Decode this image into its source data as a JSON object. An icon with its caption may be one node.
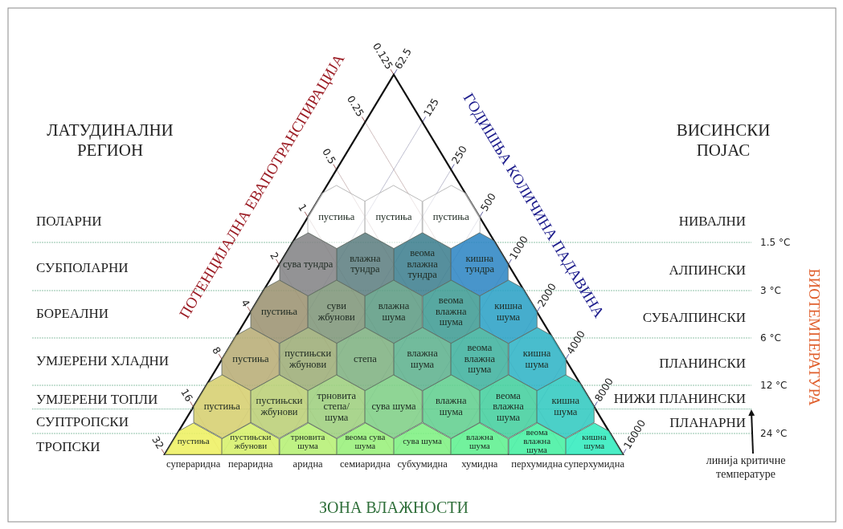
{
  "diagram": {
    "nodes": [
      {
        "text": [
          "пустиња"
        ]
      },
      {
        "text": [
          "пустиња"
        ]
      },
      {
        "text": [
          "пустиња"
        ]
      },
      {
        "text": [
          "сува тундра"
        ]
      },
      {
        "text": [
          "влажна тундра"
        ]
      },
      {
        "text": [
          "веома влажна тундра"
        ]
      },
      {
        "text": [
          "кишна тундра"
        ]
      },
      {
        "text": [
          "пустиња"
        ]
      },
      {
        "text": [
          "суви жбунови"
        ]
      },
      {
        "text": [
          "влажна шума"
        ]
      },
      {
        "text": [
          "веома влажна шума"
        ]
      },
      {
        "text": [
          "кишна шума"
        ]
      },
      {
        "text": [
          "пустиња"
        ]
      },
      {
        "text": [
          "пустињски жбунови"
        ]
      },
      {
        "text": [
          "степа"
        ]
      },
      {
        "text": [
          "влажна шума"
        ]
      },
      {
        "text": [
          "веома влажна шума"
        ]
      },
      {
        "text": [
          "кишна шума"
        ]
      },
      {
        "text": [
          "пустиња"
        ]
      },
      {
        "text": [
          "пустињски жбунови"
        ]
      },
      {
        "text": [
          "трновита степа/ шума"
        ]
      },
      {
        "text": [
          "сува шума"
        ]
      },
      {
        "text": [
          "влажна шума"
        ]
      },
      {
        "text": [
          "веома влажна шума"
        ]
      },
      {
        "text": [
          "кишна шума"
        ]
      },
      {
        "text": [
          "пустиња"
        ]
      },
      {
        "text": [
          "пустињски жбунови"
        ]
      },
      {
        "text": [
          "трновита шума"
        ]
      },
      {
        "text": [
          "веома сува шума"
        ]
      },
      {
        "text": [
          "сува шума"
        ]
      },
      {
        "text": [
          "влажна шума"
        ]
      },
      {
        "text": [
          "веома влажна шума"
        ]
      },
      {
        "text": [
          "кишна шума"
        ]
      },
      {
        "text": [
          "линија критичне температуре"
        ]
      },
      {
        "text": [],
        "shape": "line"
      }
    ],
    "edges": [
      {
        "from": 33,
        "to": 34,
        "arrow": "to"
      }
    ],
    "labels": [
      "ЛАТУДИНАЛНИ РЕГИОН",
      "ПОТЕНЦИЈАЛНА ЕВАПОТРАНСПИРАЦИЈА",
      "ГОДИШЊА КОЛИЧИНА ПАДАВИНА",
      "ВИСИНСКИ ПОЈАС",
      "БИОТЕМПЕРАТУРА",
      "0.125",
      "0.25",
      "0.5",
      "1",
      "2",
      "4",
      "8",
      "16",
      "32",
      "62.5",
      "125",
      "250",
      "500",
      "1000",
      "2000",
      "4000",
      "8000",
      "16000",
      "ПОЛАРНИ",
      "СУБПОЛАРНИ",
      "БОРЕАЛНИ",
      "УМЈЕРЕНИ ХЛАДНИ",
      "УМЈЕРЕНИ ТОПЛИ",
      "СУПТРОПСКИ",
      "ТРОПСКИ",
      "НИВАЛНИ",
      "АЛПИНСКИ",
      "СУБАЛПИНСКИ",
      "ПЛАНИНСКИ",
      "НИЖИ ПЛАНИНСКИ",
      "ПЛАНАРНИ",
      "1.5 °C",
      "3 °C",
      "6 °C",
      "12 °C",
      "24 °C",
      "супераридна",
      "пераридна",
      "аридна",
      "семиаридна",
      "субхумидна",
      "хумидна",
      "перхумидна",
      "суперхумидна",
      "ЗОНА ВЛАЖНОСТИ"
    ]
  }
}
